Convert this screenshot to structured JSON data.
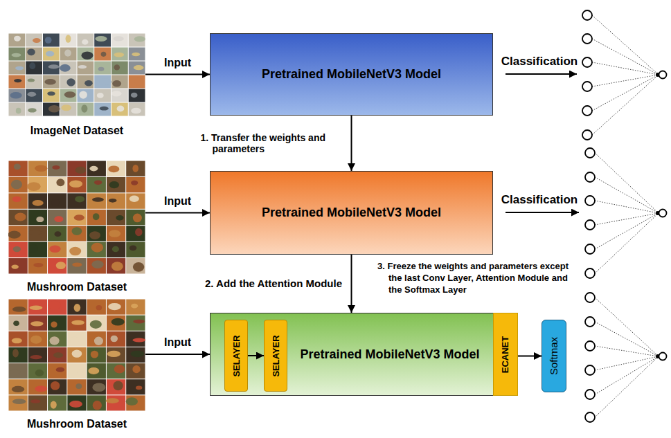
{
  "diagram": {
    "nodes": [
      {
        "text": [
          "ImageNet Dataset"
        ]
      },
      {
        "text": [
          "Pretrained MobileNetV3 Model"
        ]
      },
      {
        "text": [
          "Mushroom Dataset"
        ]
      },
      {
        "text": [
          "Pretrained MobileNetV3 Model"
        ]
      },
      {
        "text": [
          "Mushroom Dataset"
        ]
      },
      {
        "text": [
          "Pretrained MobileNetV3 Model"
        ]
      },
      {
        "text": [
          "SELAYER"
        ],
        "in": 5
      },
      {
        "text": [
          "SELAYER"
        ],
        "in": 5
      },
      {
        "text": [
          "ECANET"
        ]
      },
      {
        "text": [
          "Softmax"
        ]
      }
    ],
    "edges": [
      {
        "from": 0,
        "to": 1,
        "arrow": "to",
        "label": "Input"
      },
      {
        "from": 1,
        "to": 3,
        "arrow": "to",
        "label": "1. Transfer the weights and parameters"
      },
      {
        "from": 2,
        "to": 3,
        "arrow": "to",
        "label": "Input"
      },
      {
        "from": 3,
        "to": 5,
        "arrow": "to"
      },
      {
        "from": 4,
        "to": 5,
        "arrow": "to",
        "label": "Input"
      },
      {
        "from": 6,
        "to": 7,
        "arrow": "to"
      },
      {
        "from": 8,
        "to": 9,
        "arrow": "to"
      }
    ],
    "labels": [
      "Classification",
      "Classification",
      "2. Add the Attention Module",
      "3. Freeze the weights and parameters except the last Conv Layer, Attention Module and the Softmax Layer"
    ]
  }
}
